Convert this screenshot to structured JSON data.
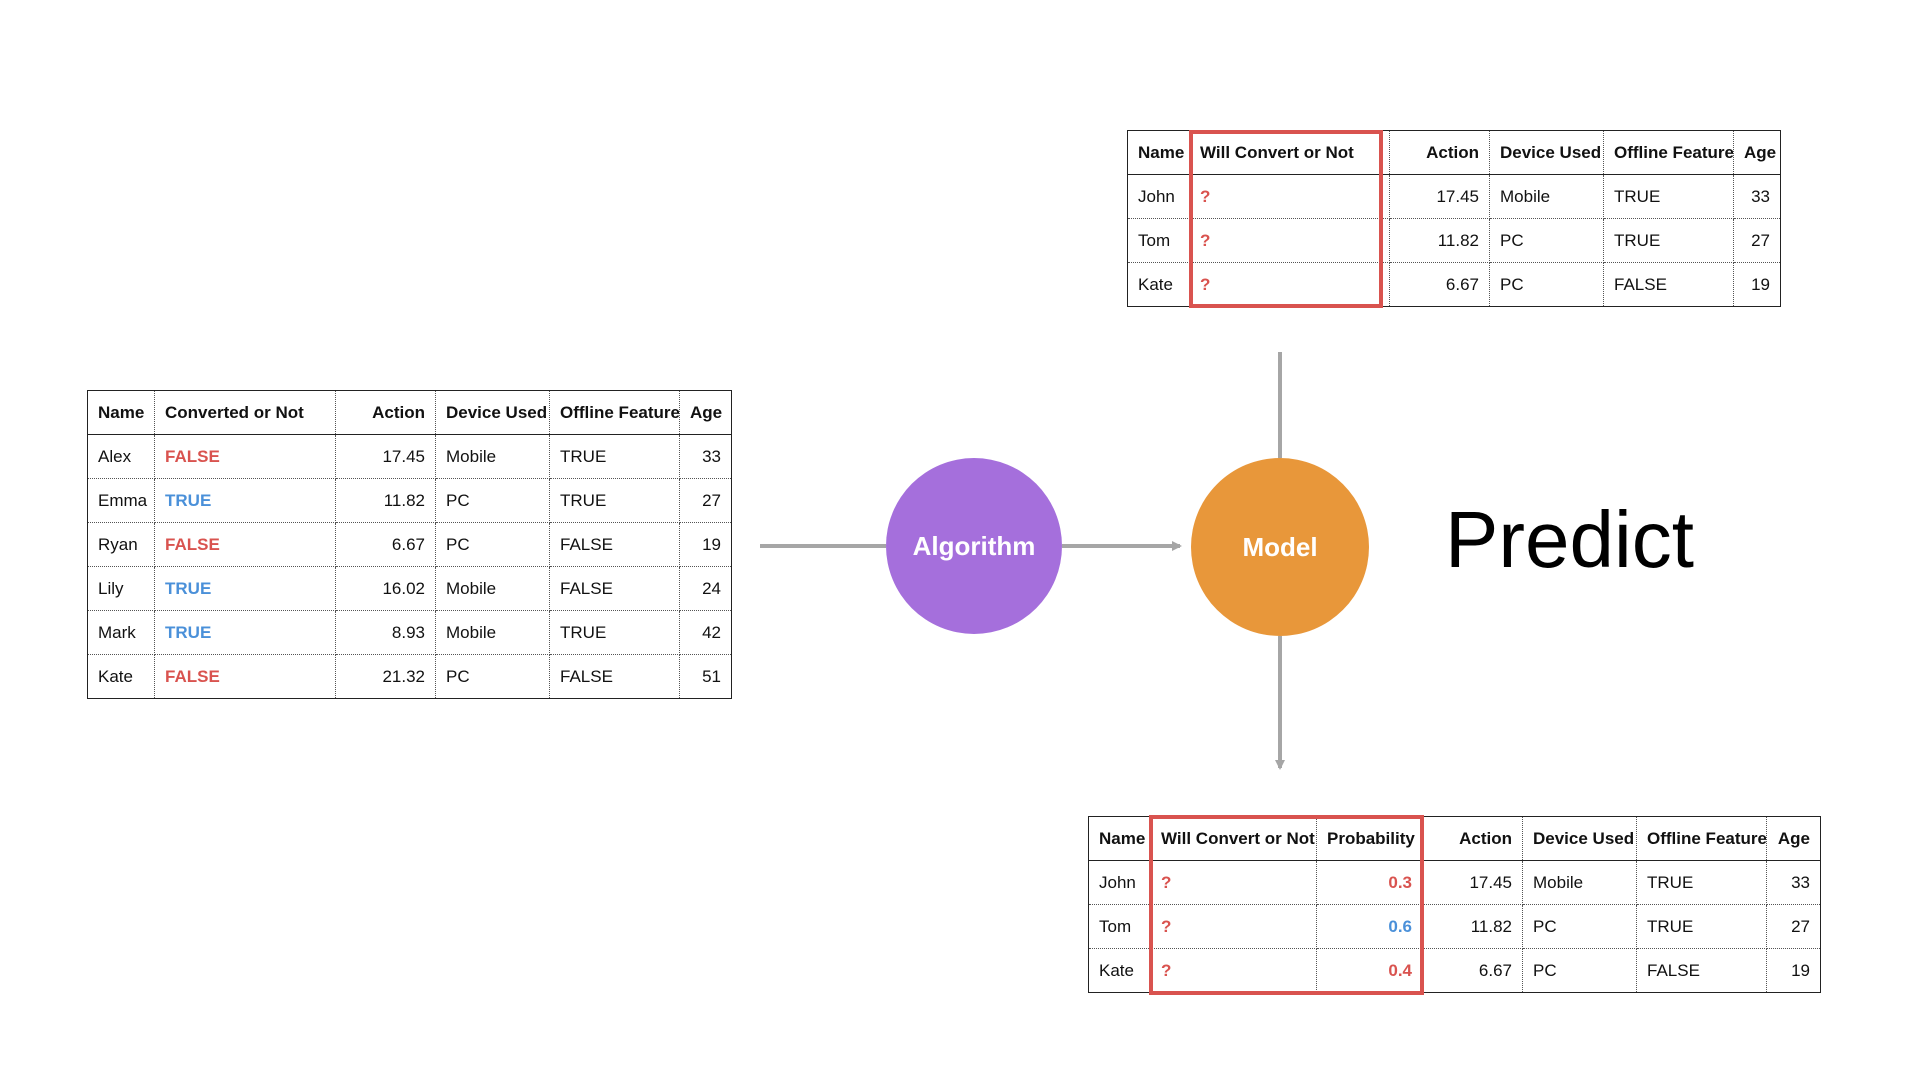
{
  "training_table": {
    "headers": [
      "Name",
      "Converted or Not",
      "Action",
      "Device Used",
      "Offline Feature",
      "Age"
    ],
    "rows": [
      [
        "Alex",
        "FALSE",
        "17.45",
        "Mobile",
        "TRUE",
        "33"
      ],
      [
        "Emma",
        "TRUE",
        "11.82",
        "PC",
        "TRUE",
        "27"
      ],
      [
        "Ryan",
        "FALSE",
        "6.67",
        "PC",
        "FALSE",
        "19"
      ],
      [
        "Lily",
        "TRUE",
        "16.02",
        "Mobile",
        "FALSE",
        "24"
      ],
      [
        "Mark",
        "TRUE",
        "8.93",
        "Mobile",
        "TRUE",
        "42"
      ],
      [
        "Kate",
        "FALSE",
        "21.32",
        "PC",
        "FALSE",
        "51"
      ]
    ]
  },
  "input_table": {
    "headers": [
      "Name",
      "Will Convert or Not",
      "Action",
      "Device Used",
      "Offline Feature",
      "Age"
    ],
    "rows": [
      [
        "John",
        "?",
        "17.45",
        "Mobile",
        "TRUE",
        "33"
      ],
      [
        "Tom",
        "?",
        "11.82",
        "PC",
        "TRUE",
        "27"
      ],
      [
        "Kate",
        "?",
        "6.67",
        "PC",
        "FALSE",
        "19"
      ]
    ]
  },
  "output_table": {
    "headers": [
      "Name",
      "Will Convert or Not",
      "Probability",
      "Action",
      "Device Used",
      "Offline Feature",
      "Age"
    ],
    "rows": [
      [
        "John",
        "?",
        "0.3",
        "17.45",
        "Mobile",
        "TRUE",
        "33"
      ],
      [
        "Tom",
        "?",
        "0.6",
        "11.82",
        "PC",
        "TRUE",
        "27"
      ],
      [
        "Kate",
        "?",
        "0.4",
        "6.67",
        "PC",
        "FALSE",
        "19"
      ]
    ]
  },
  "nodes": {
    "algorithm": "Algorithm",
    "model": "Model"
  },
  "predict_label": "Predict",
  "colors": {
    "true": "#4a90d9",
    "false": "#d9534f",
    "highlight": "#d9534f",
    "algorithm": "#a56fdc",
    "model": "#e8973a",
    "arrow": "#a6a6a6",
    "prob_low": "#d9534f",
    "prob_high": "#4a90d9"
  }
}
